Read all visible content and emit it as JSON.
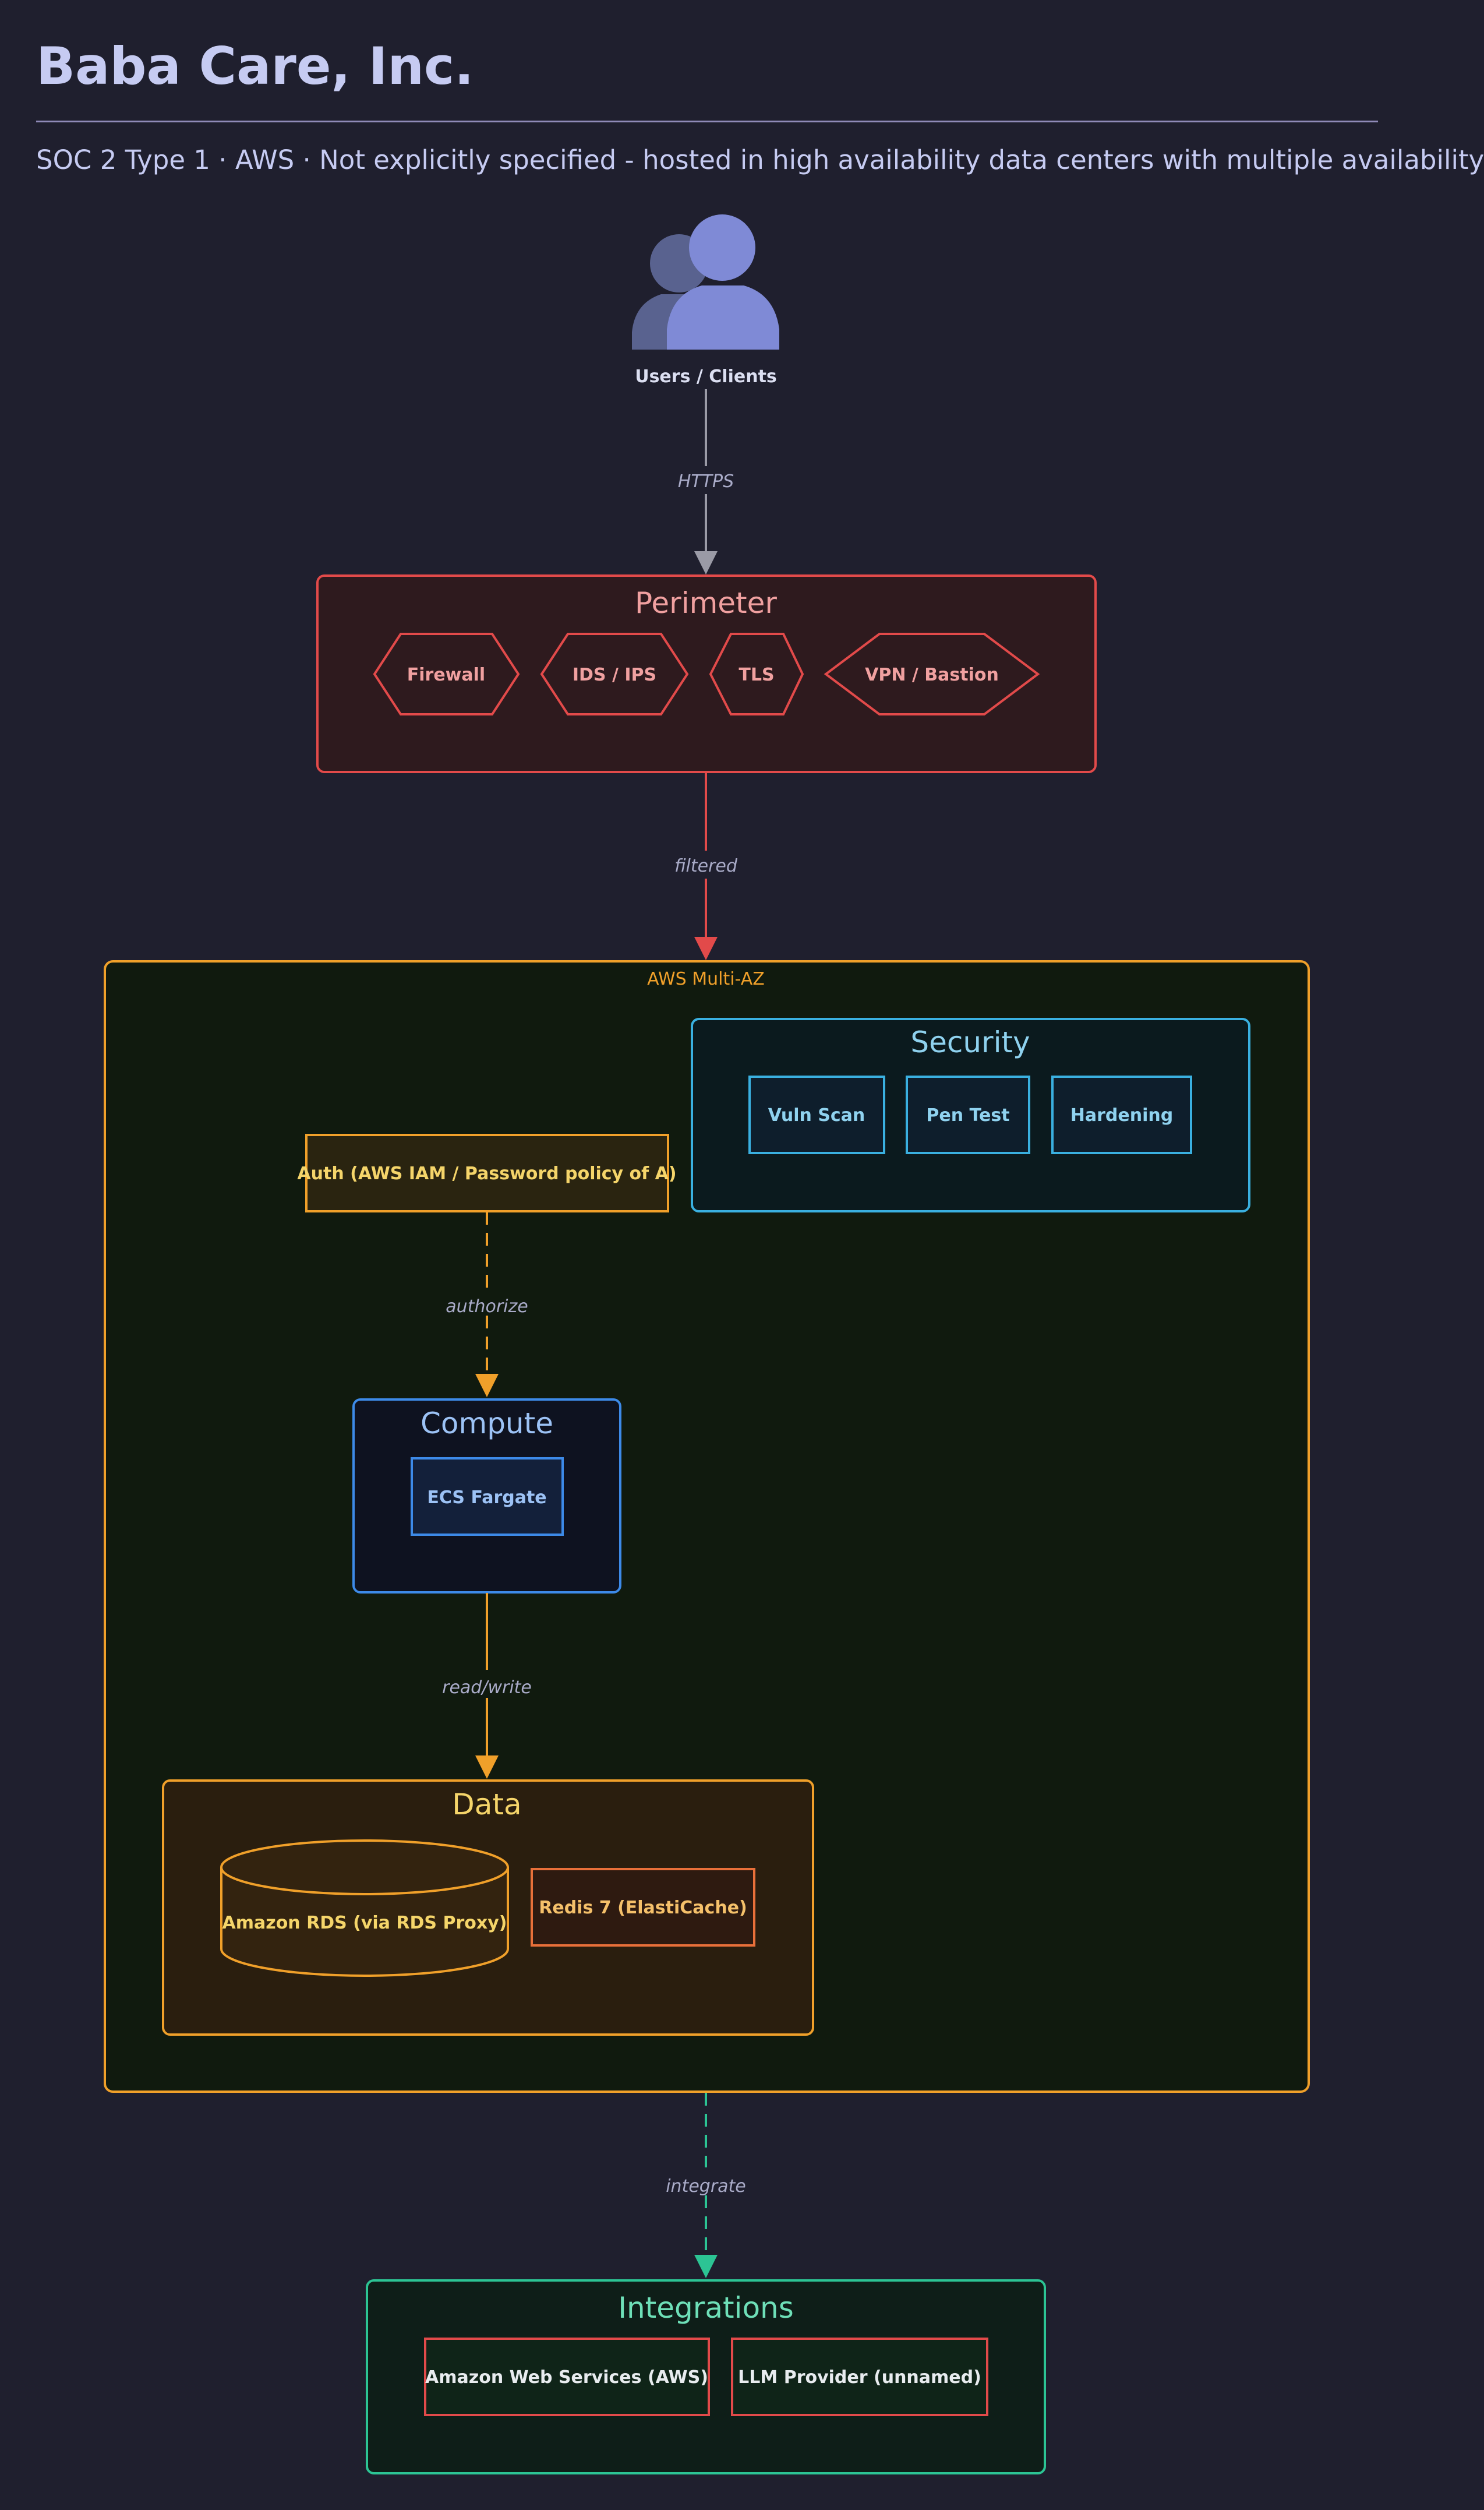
{
  "header": {
    "title": "Baba Care, Inc.",
    "subtitle": "SOC 2 Type 1 · AWS · Not explicitly specified - hosted in high availability data centers with multiple availability"
  },
  "users": {
    "label": "Users / Clients"
  },
  "edges": {
    "https": "HTTPS",
    "filtered": "filtered",
    "authorize": "authorize",
    "read_write": "read/write",
    "integrate": "integrate"
  },
  "perimeter": {
    "title": "Perimeter",
    "items": [
      "Firewall",
      "IDS / IPS",
      "TLS",
      "VPN / Bastion"
    ]
  },
  "aws": {
    "label": "AWS Multi-AZ"
  },
  "security": {
    "title": "Security",
    "items": [
      "Vuln Scan",
      "Pen Test",
      "Hardening"
    ]
  },
  "auth": {
    "label": "Auth (AWS IAM / Password policy of A)"
  },
  "compute": {
    "title": "Compute",
    "items": [
      "ECS Fargate"
    ]
  },
  "data_group": {
    "title": "Data",
    "database": "Amazon RDS (via RDS Proxy)",
    "cache": "Redis 7 (ElastiCache)"
  },
  "integrations": {
    "title": "Integrations",
    "items": [
      "Amazon Web Services (AWS)",
      "LLM Provider (unnamed)"
    ]
  },
  "colors": {
    "background": "#1f1f2e",
    "perimeter": "#e24a4a",
    "aws": "#f0a02a",
    "security": "#3ab0e0",
    "compute": "#3d8ae8",
    "integrations": "#2cc494",
    "users": "#7f8ad6"
  }
}
